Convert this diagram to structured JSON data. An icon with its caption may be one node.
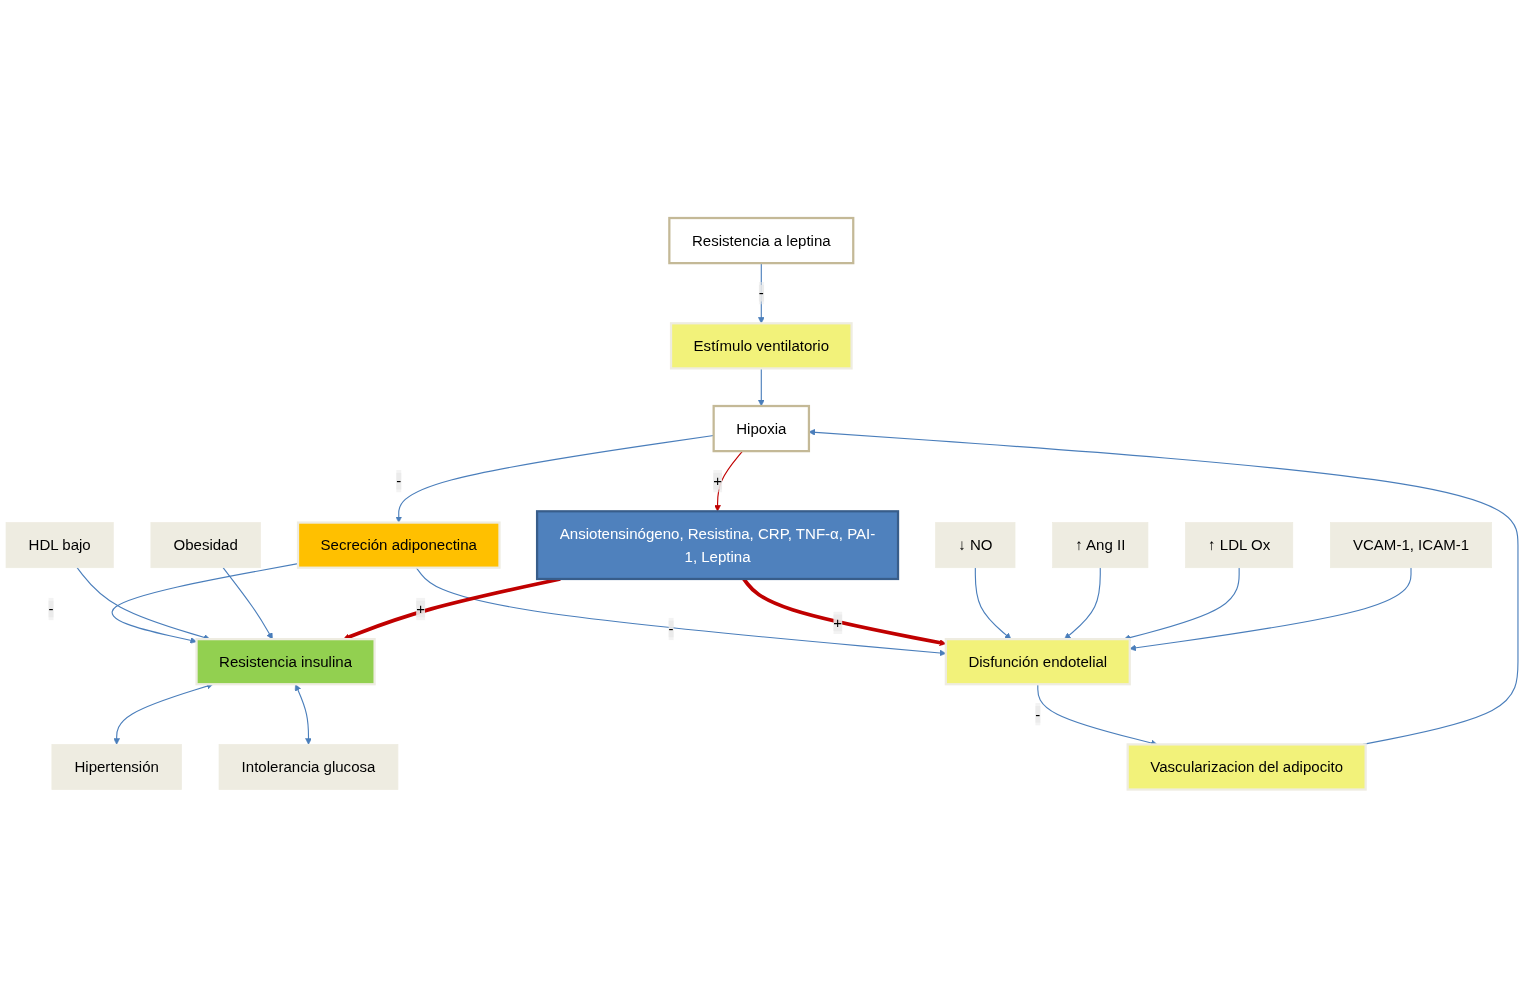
{
  "diagram": {
    "nodes": [
      {
        "text": [
          "Resistencia a leptina"
        ]
      },
      {
        "text": [
          "Estímulo ventilatorio"
        ]
      },
      {
        "text": [
          "Vascularizacion del adipocito"
        ]
      },
      {
        "text": [
          "Hipoxia"
        ]
      },
      {
        "text": [
          "HDL bajo"
        ]
      },
      {
        "text": [
          "↓ NO"
        ]
      },
      {
        "text": [
          "↑ Ang II"
        ]
      },
      {
        "text": [
          "Obesidad"
        ]
      },
      {
        "text": [
          "Secreción adiponectina"
        ]
      },
      {
        "text": [
          "↑ LDL Ox"
        ]
      },
      {
        "text": [
          "Resistencia insulina"
        ]
      },
      {
        "text": [
          "Disfunción endotelial"
        ]
      },
      {
        "text": [
          "Ansiotensinógeno, Resistina, CRP, TNF-α, PAI-1, Leptina"
        ]
      },
      {
        "text": [
          "Hipertensión"
        ]
      },
      {
        "text": [
          "Intolerancia glucosa"
        ]
      },
      {
        "text": [
          "VCAM-1, ICAM-1"
        ]
      }
    ],
    "edges": [
      {
        "from": 0,
        "to": 1,
        "arrow": "to",
        "label": "-"
      },
      {
        "from": 1,
        "to": 3,
        "arrow": "to"
      },
      {
        "from": 2,
        "to": 3,
        "arrow": "to"
      },
      {
        "from": 3,
        "to": 8,
        "arrow": "to",
        "label": "-"
      },
      {
        "from": 3,
        "to": 12,
        "arrow": "to",
        "label": "+",
        "color": "#c00000"
      },
      {
        "from": 8,
        "to": 10,
        "arrow": "to",
        "label": "-"
      },
      {
        "from": 8,
        "to": 11,
        "arrow": "to",
        "label": "-"
      },
      {
        "from": 4,
        "to": 10,
        "arrow": "to"
      },
      {
        "from": 7,
        "to": 10,
        "arrow": "to"
      },
      {
        "from": 10,
        "to": 13,
        "arrow": "both"
      },
      {
        "from": 10,
        "to": 14,
        "arrow": "both"
      },
      {
        "from": 12,
        "to": 10,
        "arrow": "to",
        "label": "+",
        "style": "thick",
        "color": "#c00000"
      },
      {
        "from": 12,
        "to": 11,
        "arrow": "to",
        "label": "+",
        "style": "thick",
        "color": "#c00000"
      },
      {
        "from": 11,
        "to": 2,
        "arrow": "to",
        "label": "-"
      },
      {
        "from": 5,
        "to": 11,
        "arrow": "to"
      },
      {
        "from": 6,
        "to": 11,
        "arrow": "to"
      },
      {
        "from": 9,
        "to": 11,
        "arrow": "to"
      },
      {
        "from": 15,
        "to": 11,
        "arrow": "to"
      }
    ]
  }
}
